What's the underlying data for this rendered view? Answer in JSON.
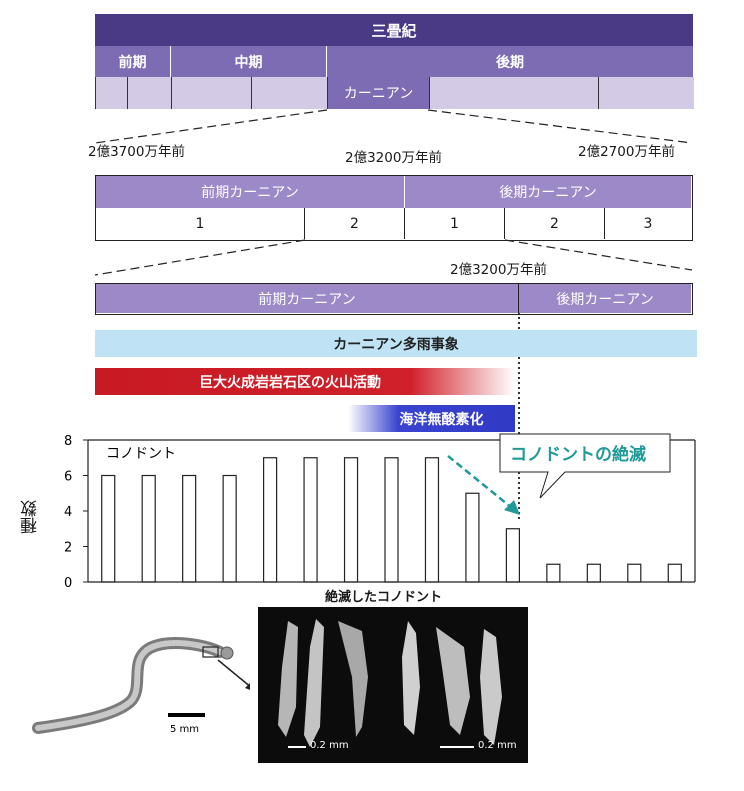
{
  "level1": {
    "period": "三畳紀",
    "epochs": [
      "前期",
      "中期",
      "後期"
    ],
    "highlight": "カーニアン"
  },
  "level2": {
    "dates": {
      "left": "2億3700万年前",
      "mid": "2億3200万年前",
      "right": "2億2700万年前"
    },
    "early": "前期カーニアン",
    "late": "後期カーニアン",
    "sub": [
      "1",
      "2",
      "1",
      "2",
      "3"
    ]
  },
  "level3": {
    "date": "2億3200万年前",
    "early": "前期カーニアン",
    "late": "後期カーニアン"
  },
  "events": {
    "cpe": "カーニアン多雨事象",
    "volcanism": "巨大火成岩岩石区の火山活動",
    "anoxia": "海洋無酸素化"
  },
  "colors": {
    "dark_purple": "#4a3a86",
    "mid_purple": "#7d6cb3",
    "light_purple": "#d3cbe6",
    "cpe_blue": "#bfe3f5",
    "volcanism_red": "#d0202a",
    "anoxia_blue": "#2f39c4",
    "callout_teal": "#1f9a98"
  },
  "chart_data": {
    "type": "bar",
    "series_label": "コノドント",
    "ylabel": "種数",
    "ylim": [
      0,
      8
    ],
    "yticks": [
      "0",
      "2",
      "4",
      "6",
      "8"
    ],
    "values": [
      6,
      6,
      6,
      6,
      7,
      7,
      7,
      7,
      7,
      5,
      3,
      1,
      1,
      1,
      1
    ],
    "annotation": "コノドントの絶滅"
  },
  "figure": {
    "caption": "絶滅したコノドント",
    "scale_body": "5 mm",
    "scale_fossil_left": "0.2 mm",
    "scale_fossil_right": "0.2 mm"
  }
}
